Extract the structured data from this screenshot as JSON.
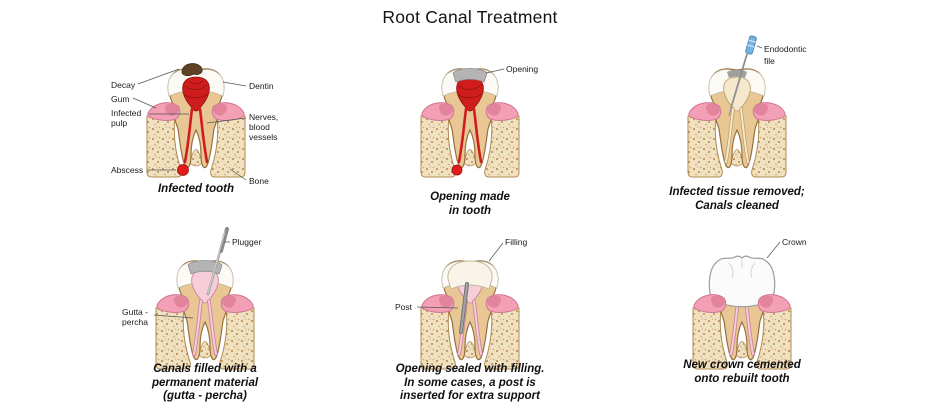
{
  "title": "Root Canal Treatment",
  "panels": [
    {
      "name": "infected-tooth",
      "caption_lines": [
        "Infected tooth"
      ],
      "labels": {
        "decay": "Decay",
        "gum": "Gum",
        "infected_pulp": [
          "Infected",
          "pulp"
        ],
        "abscess": "Abscess",
        "dentin": "Dentin",
        "nerves": [
          "Nerves,",
          "blood",
          "vessels"
        ],
        "bone": "Bone"
      }
    },
    {
      "name": "opening-made",
      "caption_lines": [
        "Opening made",
        "in tooth"
      ],
      "labels": {
        "opening": "Opening"
      }
    },
    {
      "name": "canals-cleaned",
      "caption_lines": [
        "Infected tissue removed;",
        "Canals cleaned"
      ],
      "labels": {
        "endodontic_file": [
          "Endodontic",
          "file"
        ]
      }
    },
    {
      "name": "canals-filled",
      "caption_lines": [
        "Canals filled with a",
        "permanent material",
        "(gutta - percha)"
      ],
      "labels": {
        "plugger": "Plugger",
        "gutta_percha": [
          "Gutta -",
          "percha"
        ]
      }
    },
    {
      "name": "opening-sealed",
      "caption_lines": [
        "Opening sealed with filling.",
        "In some cases, a post is",
        "inserted for extra support"
      ],
      "labels": {
        "filling": "Filling",
        "post": "Post"
      }
    },
    {
      "name": "new-crown",
      "caption_lines": [
        "New crown cemented",
        "onto rebuilt tooth"
      ],
      "labels": {
        "crown": "Crown"
      }
    }
  ],
  "colors": {
    "enamel": "#fbfaf5",
    "dentin": "#e8c795",
    "infected_pulp": "#cf1d1d",
    "gum": "#f3a0b6",
    "bone": "#f0e1c1",
    "gutta_percha": "#f6cdd9",
    "cleaned_canal": "#f4e8cd",
    "metal": "#8f8f8f",
    "file_handle": "#74b3e2",
    "decay": "#5e4227"
  }
}
